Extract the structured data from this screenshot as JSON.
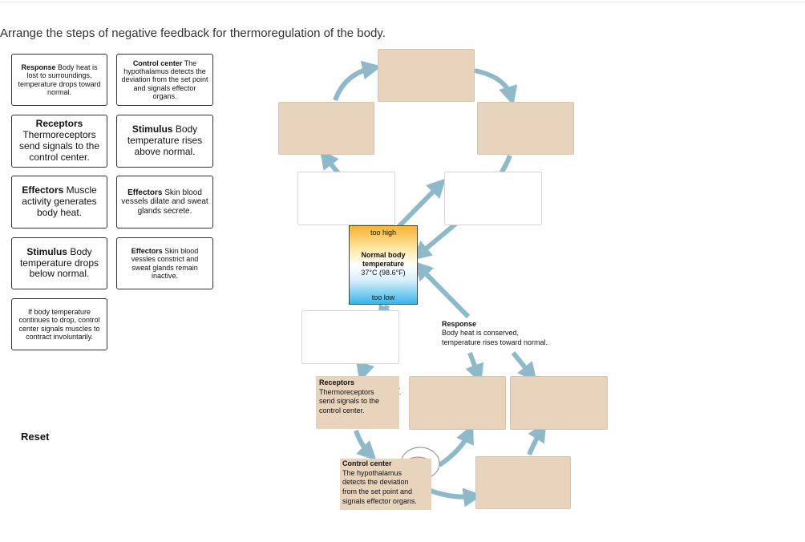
{
  "question": "Arrange the steps of negative feedback for thermoregulation of the body.",
  "cards": [
    {
      "bold": "Response",
      "text": " Body heat is lost to surroundings, temperature drops toward normal."
    },
    {
      "bold": "Control center",
      "text": " The hypothalamus detects the deviation from the set point and signals effector organs."
    },
    {
      "bold": "Receptors",
      "text": " Thermoreceptors send signals to the control center."
    },
    {
      "bold": "Stimulus",
      "text": " Body temperature rises above normal."
    },
    {
      "bold": "Effectors",
      "text": " Muscle activity generates body heat."
    },
    {
      "bold": "Effectors",
      "text": " Skin blood vessels dilate and sweat glands secrete."
    },
    {
      "bold": "Stimulus",
      "text": " Body temperature drops below normal."
    },
    {
      "bold": "Effectors",
      "text": " Skin blood vessles constrict and sweat glands remain inactive."
    },
    {
      "bold": "",
      "text": "If body temperature continues to drop, control center signals muscles to contract involuntarily."
    }
  ],
  "reset_label": "Reset",
  "thermometer": {
    "too_high": "too high",
    "normal_line1": "Normal body",
    "normal_line2": "temperature",
    "normal_line3": "37°C (98.6°F)",
    "too_low": "too low"
  },
  "receptors_label": {
    "title": "Receptors",
    "line1": "Thermoreceptors",
    "line2": "send signals to the",
    "line3": "control center."
  },
  "control_label": {
    "title": "Control center",
    "line1": "The hypothalamus",
    "line2": "detects the deviation",
    "line3": "from the set point and",
    "line4": "signals effector organs."
  },
  "response_label": {
    "title": "Response",
    "line1": "Body heat is conserved,",
    "line2": "temperature rises toward normal."
  },
  "colors": {
    "arrow": "#8db9c9",
    "tan": "#e8d4bd"
  }
}
